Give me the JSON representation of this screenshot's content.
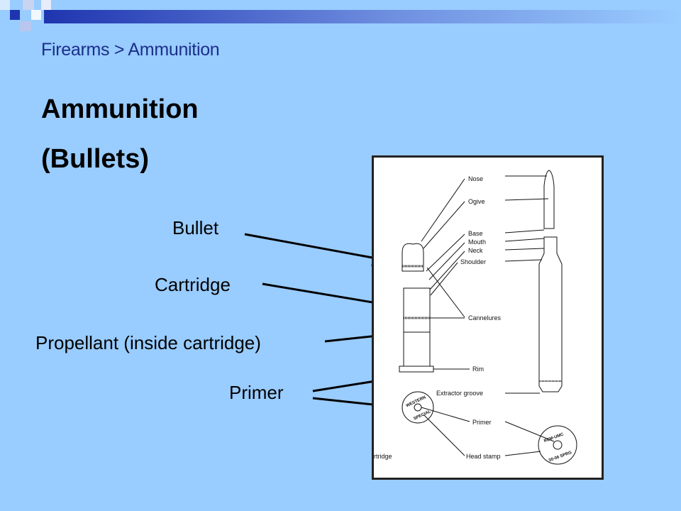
{
  "slide": {
    "breadcrumb": "Firearms > Ammunition",
    "title_line1": "Ammunition",
    "title_line2": "(Bullets)"
  },
  "labels": {
    "bullet": "Bullet",
    "cartridge": "Cartridge",
    "propellant": "Propellant (inside cartridge)",
    "primer": "Primer"
  },
  "figure": {
    "parts": {
      "nose": "Nose",
      "ogive": "Ogive",
      "base": "Base",
      "mouth": "Mouth",
      "neck": "Neck",
      "shoulder": "Shoulder",
      "cannelures": "Cannelures",
      "rim": "Rim",
      "extractor_groove": "Extractor groove",
      "primer": "Primer",
      "head_stamp": "Head stamp",
      "caption_fragment": "rtridge"
    },
    "stamp_left": {
      "top": "WESTERN",
      "bottom": "SPECIAL"
    },
    "stamp_right": {
      "top": "REM-UMC",
      "bottom": "30-06 SPRG"
    }
  },
  "colors": {
    "background": "#99ccff",
    "breadcrumb": "#1a2f8a",
    "bar_dark": "#1f35b0",
    "bar_light": "#ffffff"
  }
}
